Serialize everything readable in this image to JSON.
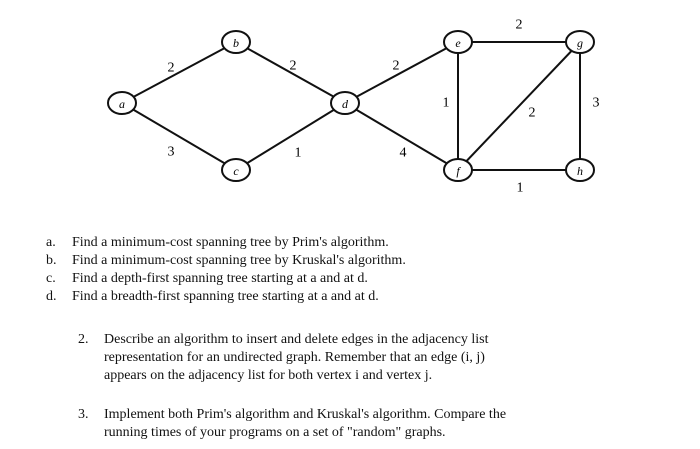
{
  "graph": {
    "vertices": [
      "a",
      "b",
      "c",
      "d",
      "e",
      "f",
      "g",
      "h"
    ],
    "edges": [
      {
        "from": "a",
        "to": "b",
        "weight": "2"
      },
      {
        "from": "a",
        "to": "c",
        "weight": "3"
      },
      {
        "from": "b",
        "to": "d",
        "weight": "2"
      },
      {
        "from": "c",
        "to": "d",
        "weight": "1"
      },
      {
        "from": "d",
        "to": "e",
        "weight": "2"
      },
      {
        "from": "d",
        "to": "f",
        "weight": "4"
      },
      {
        "from": "e",
        "to": "g",
        "weight": "2"
      },
      {
        "from": "e",
        "to": "f",
        "weight": "1"
      },
      {
        "from": "f",
        "to": "g",
        "weight": "2"
      },
      {
        "from": "g",
        "to": "h",
        "weight": "3"
      },
      {
        "from": "f",
        "to": "h",
        "weight": "1"
      }
    ]
  },
  "exercise_parts": [
    {
      "label": "a.",
      "text": "Find a minimum-cost spanning tree by Prim's algorithm."
    },
    {
      "label": "b.",
      "text": "Find a minimum-cost spanning tree by Kruskal's algorithm."
    },
    {
      "label": "c.",
      "text": "Find a depth-first spanning tree starting at a and at d."
    },
    {
      "label": "d.",
      "text": "Find a breadth-first spanning tree starting at a and at d."
    }
  ],
  "problems": [
    {
      "number": "2.",
      "lines": [
        "Describe an algorithm to insert and delete edges in the adjacency list",
        "representation for an undirected graph. Remember that an edge (i, j)",
        "appears on the adjacency list for both vertex i and vertex j."
      ]
    },
    {
      "number": "3.",
      "lines": [
        "Implement both Prim's algorithm and Kruskal's algorithm. Compare the",
        "running times of your programs on a set of \"random\" graphs."
      ]
    }
  ]
}
